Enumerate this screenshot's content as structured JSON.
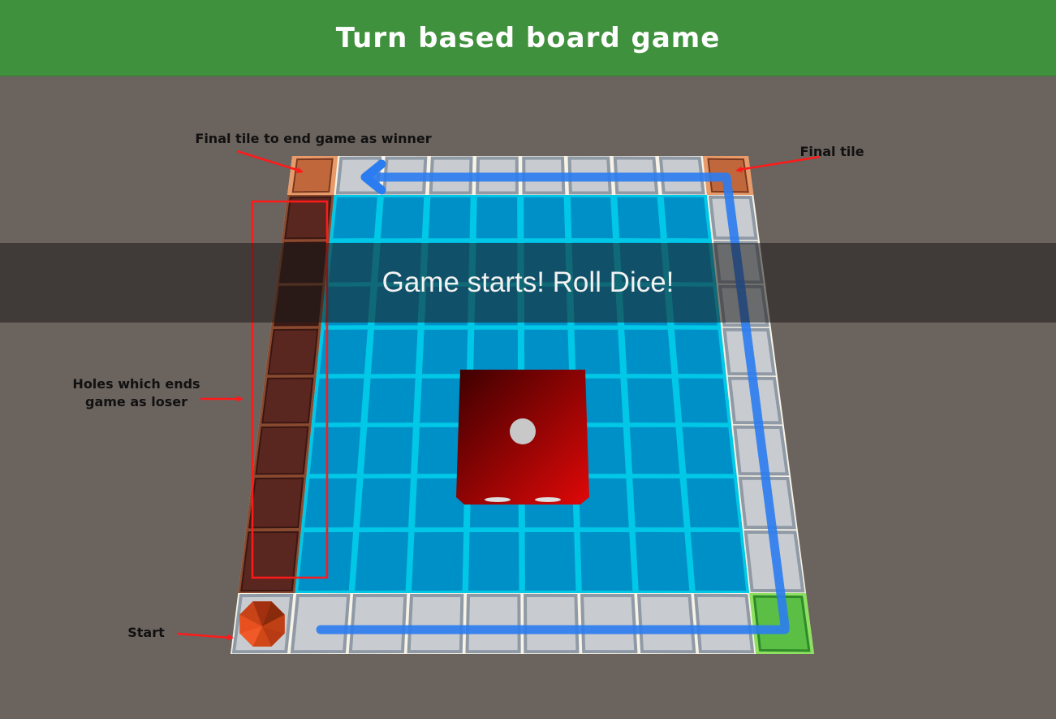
{
  "header": {
    "title": "Turn based board game",
    "bg_color": "#40913d"
  },
  "status_banner": {
    "message": "Game starts! Roll Dice!"
  },
  "annotations": {
    "final_tile_winner": "Final tile to end game as winner",
    "final_tile": "Final tile",
    "holes_line1": "Holes which ends",
    "holes_line2": "game as loser",
    "start": "Start"
  },
  "board": {
    "columns": 10,
    "rows": 10,
    "colors": {
      "field": "#0090c8",
      "field_grid": "#00c8e6",
      "tile": "#c8ccd0",
      "tile_border": "#8f9aa6",
      "frame": "#f7f3e6",
      "hole": "#5a2620",
      "hole_rim": "#8a4a30",
      "final_tile": "#c0683c",
      "final_tile_rim": "#e89a68",
      "goal_tile": "#5bbf46",
      "goal_tile_rim": "#8ee060",
      "path": "#2b7cf0",
      "annotation": "#ff1a1a"
    },
    "left_column": [
      "final-tile",
      "hole",
      "hole",
      "hole",
      "hole",
      "hole",
      "hole",
      "hole",
      "hole",
      "start"
    ],
    "top_row": [
      "final-tile",
      "tile",
      "tile",
      "tile",
      "tile",
      "tile",
      "tile",
      "tile",
      "tile",
      "final-tile"
    ],
    "right_column": [
      "final-tile",
      "tile",
      "tile",
      "tile",
      "tile",
      "tile",
      "tile",
      "tile",
      "tile",
      "goal"
    ],
    "bottom_row": [
      "start",
      "tile",
      "tile",
      "tile",
      "tile",
      "tile",
      "tile",
      "tile",
      "tile",
      "goal"
    ]
  },
  "dice": {
    "face_value": 1,
    "color": "#c00000"
  },
  "player_token": {
    "shape": "octagon-gem",
    "color": "#e0501e",
    "position": "start"
  }
}
